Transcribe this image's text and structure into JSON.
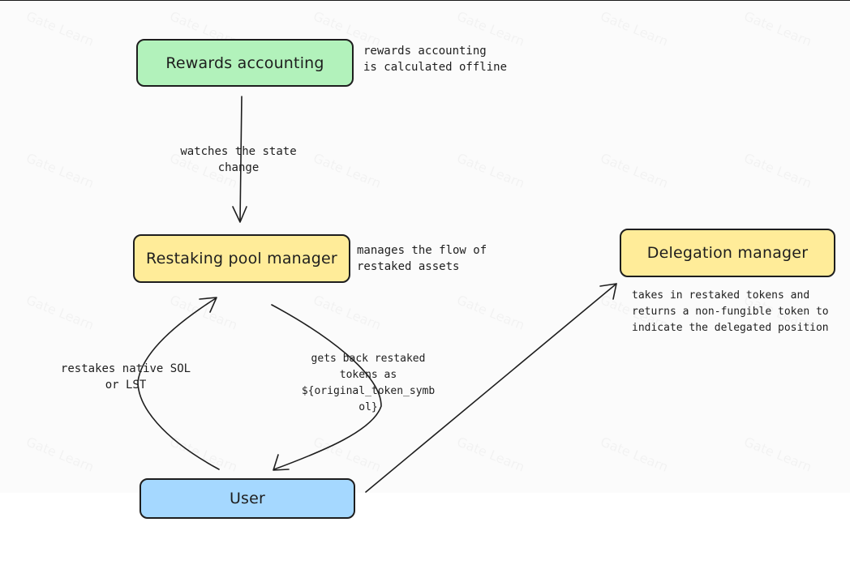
{
  "colors": {
    "rewards_fill": "#b2f2bb",
    "restake_fill": "#ffec99",
    "delegation_fill": "#ffec99",
    "user_fill": "#a5d8ff",
    "stroke": "#1e1e1e"
  },
  "nodes": {
    "rewards": "Rewards accounting",
    "restake": "Restaking pool manager",
    "delegation": "Delegation manager",
    "user": "User"
  },
  "notes": {
    "rewards": [
      "rewards accounting",
      "is calculated offline"
    ],
    "restake": [
      "manages the flow of",
      "restaked assets"
    ],
    "delegation": [
      "takes in restaked tokens and",
      "returns a non-fungible token to",
      "indicate the delegated position"
    ]
  },
  "edges": {
    "watches": [
      "watches the state",
      "change"
    ],
    "restakes": [
      "restakes native SOL",
      "or LST"
    ],
    "gets_back": [
      "gets back restaked",
      "tokens as",
      "${original_token_symb",
      "ol}"
    ]
  },
  "watermark": "Gate Learn"
}
